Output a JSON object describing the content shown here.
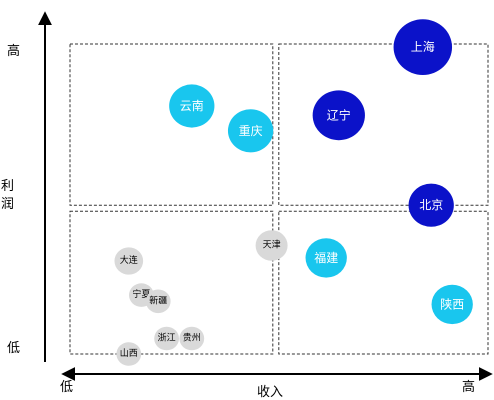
{
  "chart_data": {
    "type": "scatter",
    "title": "",
    "xlabel": "收入",
    "ylabel": "利润",
    "x_low_label": "低",
    "x_high_label": "高",
    "y_low_label": "低",
    "y_high_label": "高",
    "xlim": [
      0,
      100
    ],
    "ylim": [
      0,
      100
    ],
    "quadrant_split": {
      "x": 49,
      "y": 47
    },
    "grid": false,
    "points": [
      {
        "label": "上海",
        "x": 84,
        "y": 99,
        "size": 5,
        "color": "#0b12c9"
      },
      {
        "label": "辽宁",
        "x": 64,
        "y": 77,
        "size": 4,
        "color": "#0b12c9"
      },
      {
        "label": "北京",
        "x": 86,
        "y": 48,
        "size": 3,
        "color": "#0b12c9"
      },
      {
        "label": "云南",
        "x": 29,
        "y": 80,
        "size": 3,
        "color": "#19c6ee"
      },
      {
        "label": "重庆",
        "x": 43,
        "y": 72,
        "size": 3,
        "color": "#19c6ee"
      },
      {
        "label": "福建",
        "x": 61,
        "y": 31,
        "size": 2.5,
        "color": "#19c6ee"
      },
      {
        "label": "陕西",
        "x": 91,
        "y": 16,
        "size": 2.5,
        "color": "#19c6ee"
      },
      {
        "label": "天津",
        "x": 48,
        "y": 35,
        "size": 1.5,
        "color": "#d9d9d9"
      },
      {
        "label": "大连",
        "x": 14,
        "y": 30,
        "size": 1.2,
        "color": "#d9d9d9"
      },
      {
        "label": "宁夏",
        "x": 17,
        "y": 19,
        "size": 0.9,
        "color": "#d9d9d9"
      },
      {
        "label": "新疆",
        "x": 21,
        "y": 17,
        "size": 0.9,
        "color": "#d9d9d9"
      },
      {
        "label": "浙江",
        "x": 23,
        "y": 5,
        "size": 0.9,
        "color": "#d9d9d9"
      },
      {
        "label": "贵州",
        "x": 29,
        "y": 5,
        "size": 0.9,
        "color": "#d9d9d9"
      },
      {
        "label": "山西",
        "x": 14,
        "y": 0,
        "size": 0.9,
        "color": "#d9d9d9"
      }
    ]
  }
}
